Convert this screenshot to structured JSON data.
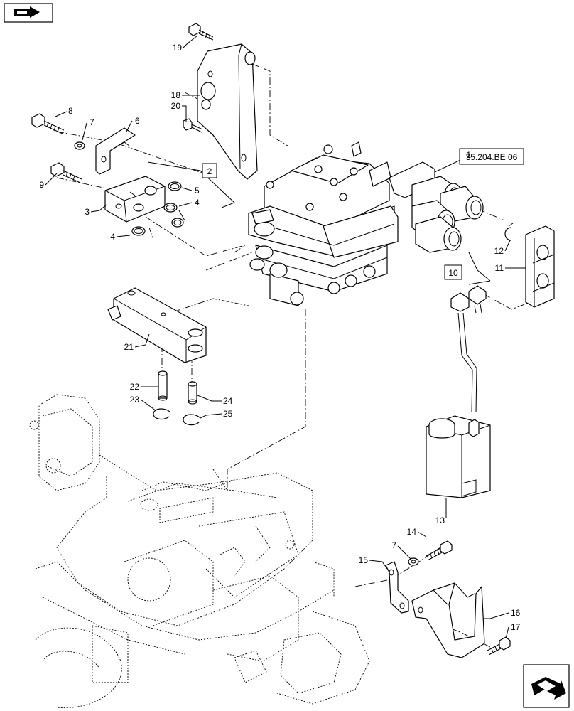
{
  "diagram": {
    "reference_box": "35.204.BE 06",
    "group_boxes": [
      "2",
      "10"
    ],
    "callouts": [
      "1",
      "3",
      "4",
      "4",
      "5",
      "6",
      "7",
      "7",
      "8",
      "9",
      "11",
      "12",
      "13",
      "14",
      "15",
      "16",
      "17",
      "18",
      "19",
      "20",
      "21",
      "22",
      "23",
      "24",
      "25"
    ]
  },
  "icons": {
    "top_left": "previous-page-arrow-icon",
    "bottom_right": "next-page-arrow-icon"
  }
}
